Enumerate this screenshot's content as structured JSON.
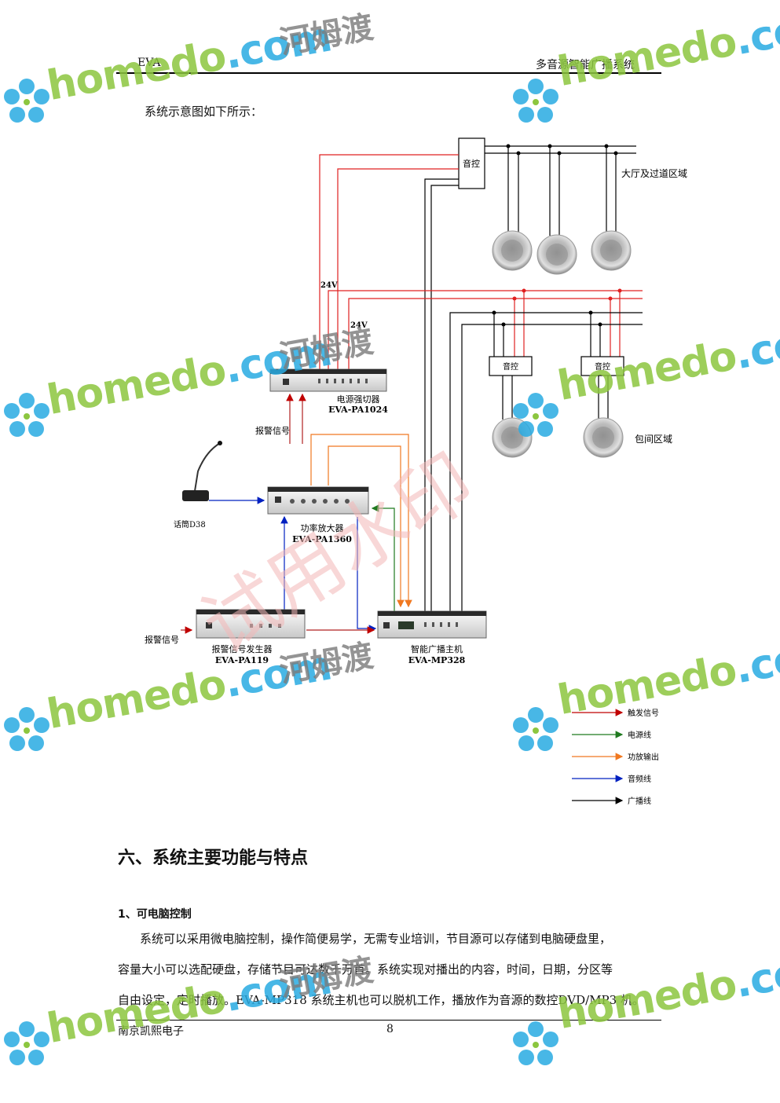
{
  "header": {
    "left": "EVA",
    "right": "多音源智能广播系统"
  },
  "intro": "系统示意图如下所示：",
  "diagram": {
    "volume_ctrl": "音控",
    "hall_zone": "大厅及过道区域",
    "room_zone": "包间区域",
    "v24_a": "24V",
    "v24_b": "24V",
    "power_seq_name": "电源强切器",
    "power_seq_model": "EVA-PA1024",
    "alarm_signal_top": "报警信号",
    "mic_label": "话筒D38",
    "amp_name": "功率放大器",
    "amp_model": "EVA-PA1360",
    "alarm_signal_bottom": "报警信号",
    "alarm_gen_name": "报警信号发生器",
    "alarm_gen_model": "EVA-PA119",
    "host_name": "智能广播主机",
    "host_model": "EVA-MP328",
    "room_ctrl_1": "音控",
    "room_ctrl_2": "音控"
  },
  "legend": [
    {
      "label": "触发信号",
      "color": "#c00000"
    },
    {
      "label": "电源线",
      "color": "#1f7a1f"
    },
    {
      "label": "功放输出",
      "color": "#f07820"
    },
    {
      "label": "音频线",
      "color": "#0020c0"
    },
    {
      "label": "广播线",
      "color": "#000000"
    }
  ],
  "section_title": "六、系统主要功能与特点",
  "subsection_title": "1、可电脑控制",
  "paragraph_lines": [
    "系统可以采用微电脑控制，操作简便易学，无需专业培训，节目源可以存储到电脑硬盘里，",
    "容量大小可以选配硬盘，存储节目可达数千万首。系统实现对播出的内容，时间，日期，分区等",
    "自由设定，定时播放。EVA-MP318 系统主机也可以脱机工作，播放作为音源的数控DVD/MP3 机。"
  ],
  "footer": {
    "left": "南京凯熙电子",
    "page": "8"
  },
  "watermarks": {
    "brand": "homedo",
    "domain": ".com",
    "cn": "河姆渡",
    "trial": "试用水印"
  }
}
